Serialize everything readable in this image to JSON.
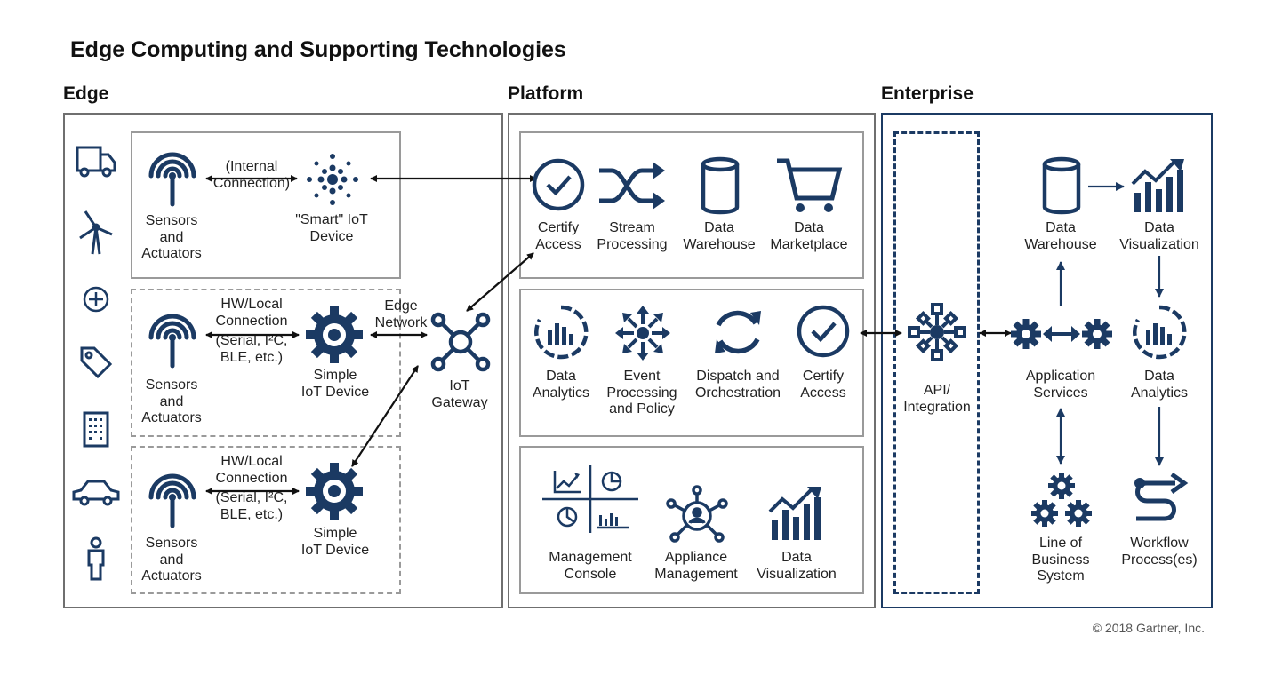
{
  "title": "Edge Computing and Supporting Technologies",
  "sections": {
    "edge": "Edge",
    "platform": "Platform",
    "enterprise": "Enterprise"
  },
  "edge": {
    "side_icons": [
      "truck-icon",
      "wind-turbine-icon",
      "medical-cross-icon",
      "tag-icon",
      "building-icon",
      "car-icon",
      "person-icon"
    ],
    "row1": {
      "sensors": [
        "Sensors",
        "and",
        "Actuators"
      ],
      "connection": [
        "(Internal",
        "Connection)"
      ],
      "device": [
        "\"Smart\" IoT",
        "Device"
      ]
    },
    "row2": {
      "sensors": [
        "Sensors",
        "and",
        "Actuators"
      ],
      "connection": [
        "HW/Local",
        "Connection",
        "(Serial, I²C,",
        "BLE, etc.)"
      ],
      "device": [
        "Simple",
        "IoT Device"
      ]
    },
    "row3": {
      "sensors": [
        "Sensors",
        "and",
        "Actuators"
      ],
      "connection": [
        "HW/Local",
        "Connection",
        "(Serial, I²C,",
        "BLE, etc.)"
      ],
      "device": [
        "Simple",
        "IoT Device"
      ]
    },
    "edge_network": [
      "Edge",
      "Network"
    ],
    "gateway": [
      "IoT",
      "Gateway"
    ]
  },
  "platform": {
    "row1": [
      {
        "label": [
          "Certify",
          "Access"
        ],
        "icon": "check-circle-icon"
      },
      {
        "label": [
          "Stream",
          "Processing"
        ],
        "icon": "shuffle-icon"
      },
      {
        "label": [
          "Data",
          "Warehouse"
        ],
        "icon": "database-icon"
      },
      {
        "label": [
          "Data",
          "Marketplace"
        ],
        "icon": "cart-icon"
      }
    ],
    "row2": [
      {
        "label": [
          "Data",
          "Analytics"
        ],
        "icon": "analytics-icon"
      },
      {
        "label": [
          "Event",
          "Processing",
          "and Policy"
        ],
        "icon": "event-arrows-icon"
      },
      {
        "label": [
          "Dispatch and",
          "Orchestration"
        ],
        "icon": "refresh-icon"
      },
      {
        "label": [
          "Certify",
          "Access"
        ],
        "icon": "check-circle-icon"
      }
    ],
    "row3": [
      {
        "label": [
          "Management",
          "Console"
        ],
        "icon": "dashboard-icon"
      },
      {
        "label": [
          "Appliance",
          "Management"
        ],
        "icon": "user-network-icon"
      },
      {
        "label": [
          "Data",
          "Visualization"
        ],
        "icon": "chart-icon"
      }
    ]
  },
  "enterprise": {
    "api": [
      "API/",
      "Integration"
    ],
    "data_warehouse": [
      "Data",
      "Warehouse"
    ],
    "data_visualization": [
      "Data",
      "Visualization"
    ],
    "application_services": [
      "Application",
      "Services"
    ],
    "data_analytics": [
      "Data",
      "Analytics"
    ],
    "lob": [
      "Line of",
      "Business",
      "System"
    ],
    "workflow": [
      "Workflow",
      "Process(es)"
    ]
  },
  "copyright": "© 2018 Gartner, Inc.",
  "colors": {
    "navy": "#1b3a63",
    "gray": "#6f6f6f",
    "lightgray": "#9a9a9a"
  }
}
